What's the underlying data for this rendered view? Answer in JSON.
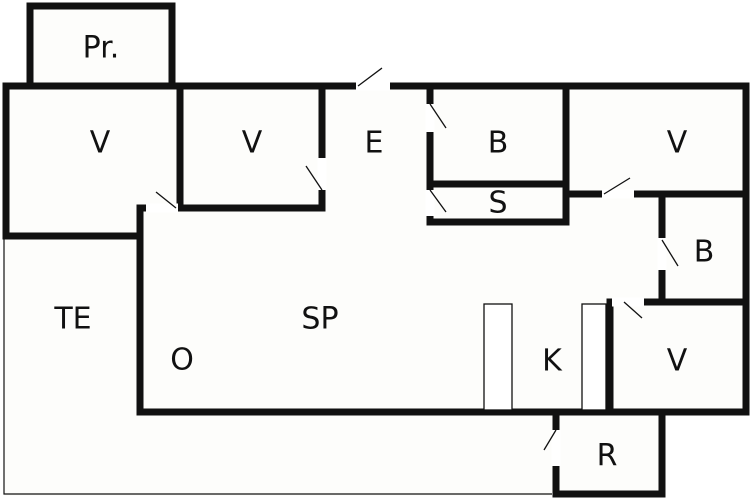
{
  "floorplan": {
    "rooms": {
      "pr": "Pr.",
      "v_top_left": "V",
      "v_top_mid": "V",
      "e": "E",
      "b_top": "B",
      "v_top_right": "V",
      "s": "S",
      "b_right": "B",
      "te": "TE",
      "sp": "SP",
      "o": "O",
      "k": "K",
      "v_bottom_right": "V",
      "r": "R"
    }
  }
}
